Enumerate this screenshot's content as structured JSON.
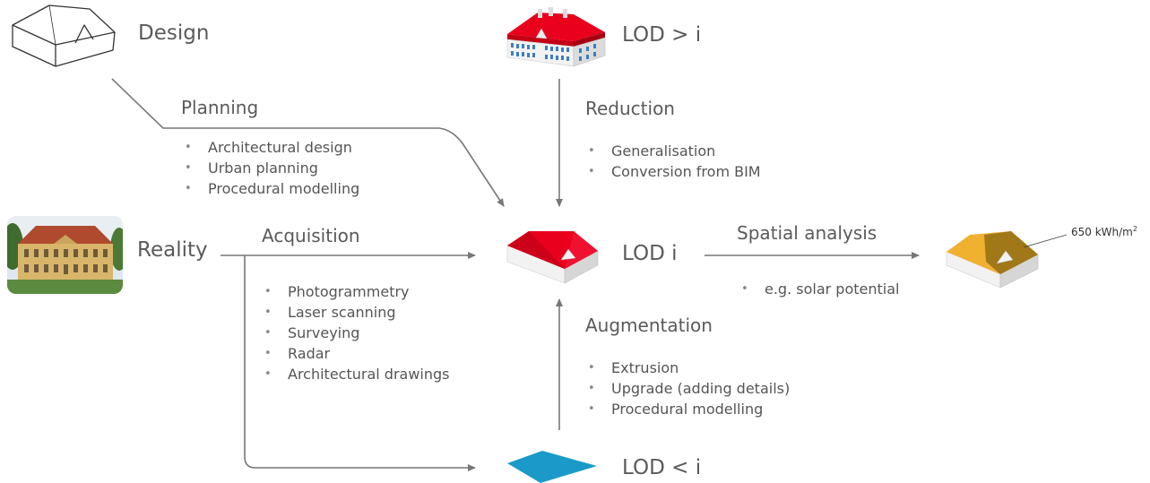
{
  "nodes": {
    "design": "Design",
    "lod_higher": "LOD > i",
    "reality": "Reality",
    "lod_i": "LOD i",
    "lod_lower": "LOD < i"
  },
  "processes": {
    "planning": {
      "label": "Planning",
      "items": [
        "Architectural design",
        "Urban planning",
        "Procedural modelling"
      ]
    },
    "reduction": {
      "label": "Reduction",
      "items": [
        "Generalisation",
        "Conversion from BIM"
      ]
    },
    "acquisition": {
      "label": "Acquisition",
      "items": [
        "Photogrammetry",
        "Laser scanning",
        "Surveying",
        "Radar",
        "Architectural drawings"
      ]
    },
    "spatial_analysis": {
      "label": "Spatial analysis",
      "items": [
        "e.g. solar potential"
      ]
    },
    "augmentation": {
      "label": "Augmentation",
      "items": [
        "Extrusion",
        "Upgrade (adding details)",
        "Procedural modelling"
      ]
    }
  },
  "annotations": {
    "solar_value": "650 kWh/m",
    "solar_unit_exp": "2"
  },
  "icons": {
    "design": "wireframe-house-sketch-icon",
    "lod_higher": "detailed-building-icon",
    "reality": "building-photo-icon",
    "lod_i": "red-roof-block-model-icon",
    "lod_lower": "footprint-polygon-icon",
    "analysis": "solar-roof-model-icon"
  },
  "colors": {
    "roof_red": "#e8001c",
    "roof_solar": "#f0b030",
    "footprint": "#1a9ac8",
    "window_blue": "#3a7fc0",
    "arrow": "#777777"
  }
}
